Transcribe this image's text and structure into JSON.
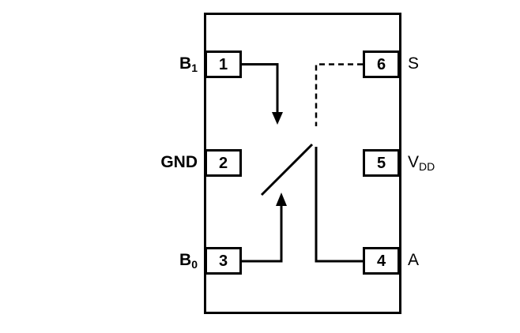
{
  "diagram": {
    "type": "ic-pinout-switch-schematic",
    "colors": {
      "line": "#000000",
      "background": "#ffffff"
    },
    "pins": [
      {
        "number": "1",
        "label": "B",
        "subscript": "1",
        "side": "left"
      },
      {
        "number": "2",
        "label": "GND",
        "subscript": "",
        "side": "left"
      },
      {
        "number": "3",
        "label": "B",
        "subscript": "0",
        "side": "left"
      },
      {
        "number": "6",
        "label": "S",
        "subscript": "",
        "side": "right"
      },
      {
        "number": "5",
        "label": "V",
        "subscript": "DD",
        "side": "right"
      },
      {
        "number": "4",
        "label": "A",
        "subscript": "",
        "side": "right"
      }
    ]
  }
}
